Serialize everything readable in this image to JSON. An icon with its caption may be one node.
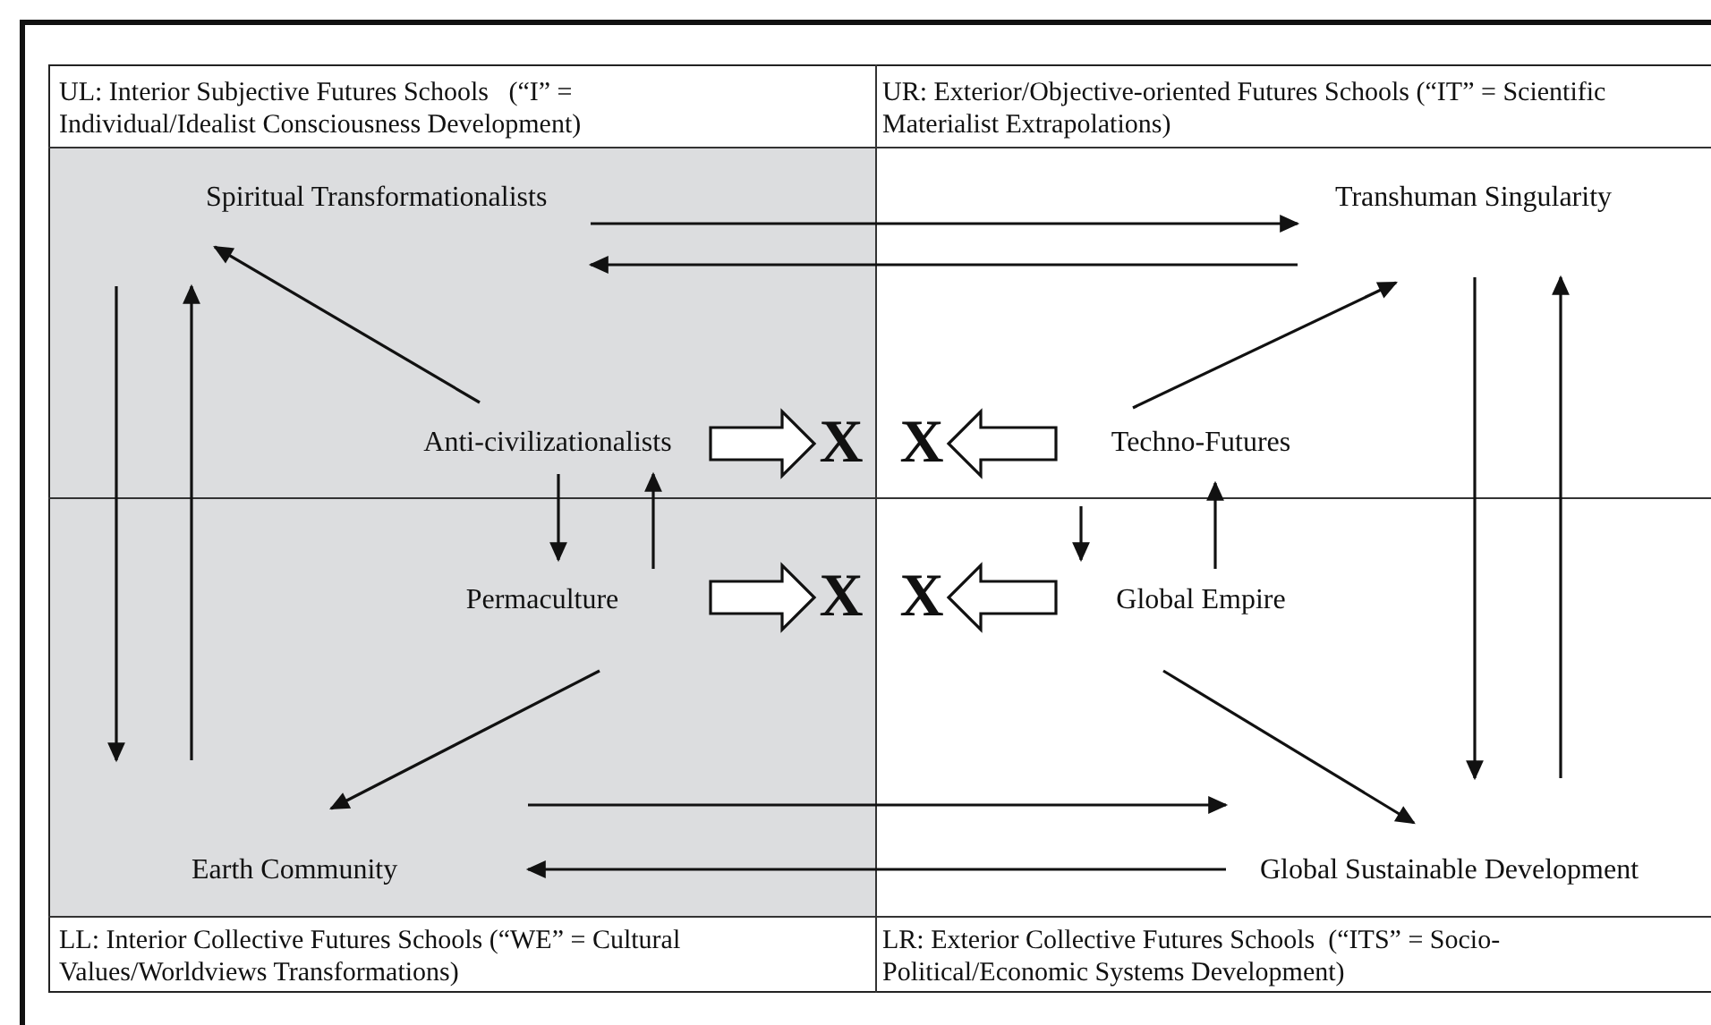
{
  "diagram": {
    "nodes": [
      {
        "text": [
          "Spiritual Transformationalists"
        ]
      },
      {
        "text": [
          "Transhuman Singularity"
        ]
      },
      {
        "text": [
          "Anti-civilizationalists"
        ]
      },
      {
        "text": [
          "X"
        ]
      },
      {
        "text": [
          "X"
        ]
      },
      {
        "text": [
          "Techno-Futures"
        ]
      },
      {
        "text": [
          "Permaculture"
        ]
      },
      {
        "text": [
          "X"
        ]
      },
      {
        "text": [
          "X"
        ]
      },
      {
        "text": [
          "Global Empire"
        ]
      },
      {
        "text": [
          "Earth Community"
        ]
      },
      {
        "text": [
          "Global Sustainable Development"
        ]
      }
    ],
    "edges": [
      {
        "from": 0,
        "to": 1,
        "arrow": "to"
      },
      {
        "from": 1,
        "to": 0,
        "arrow": "to"
      },
      {
        "from": 0,
        "to": 10,
        "arrow": "to"
      },
      {
        "from": 10,
        "to": 0,
        "arrow": "to"
      },
      {
        "from": 2,
        "to": 0,
        "arrow": "to"
      },
      {
        "from": 5,
        "to": 1,
        "arrow": "to"
      },
      {
        "from": 2,
        "to": 6,
        "arrow": "to"
      },
      {
        "from": 6,
        "to": 2,
        "arrow": "to"
      },
      {
        "from": 2,
        "to": 3,
        "arrow": "to",
        "style": "thick"
      },
      {
        "from": 5,
        "to": 4,
        "arrow": "to",
        "style": "thick"
      },
      {
        "from": 5,
        "to": 9,
        "arrow": "to"
      },
      {
        "from": 9,
        "to": 5,
        "arrow": "to"
      },
      {
        "from": 6,
        "to": 7,
        "arrow": "to",
        "style": "thick"
      },
      {
        "from": 9,
        "to": 8,
        "arrow": "to",
        "style": "thick"
      },
      {
        "from": 6,
        "to": 10,
        "arrow": "to"
      },
      {
        "from": 9,
        "to": 11,
        "arrow": "to"
      },
      {
        "from": 10,
        "to": 11,
        "arrow": "to"
      },
      {
        "from": 11,
        "to": 10,
        "arrow": "to"
      },
      {
        "from": 1,
        "to": 11,
        "arrow": "to"
      },
      {
        "from": 11,
        "to": 1,
        "arrow": "to"
      }
    ],
    "labels": [
      "UL: Interior Subjective Futures Schools   (“I” = Individual/Idealist Consciousness Development)",
      "UR: Exterior/Objective-oriented Futures Schools (“IT” = Scientific Materialist Extrapolations)",
      "LL: Interior Collective Futures Schools (“WE” = Cultural Values/Worldviews Transformations)",
      "LR: Exterior Collective Futures Schools  (“ITS” = Socio-Political/Economic Systems Development)"
    ]
  }
}
